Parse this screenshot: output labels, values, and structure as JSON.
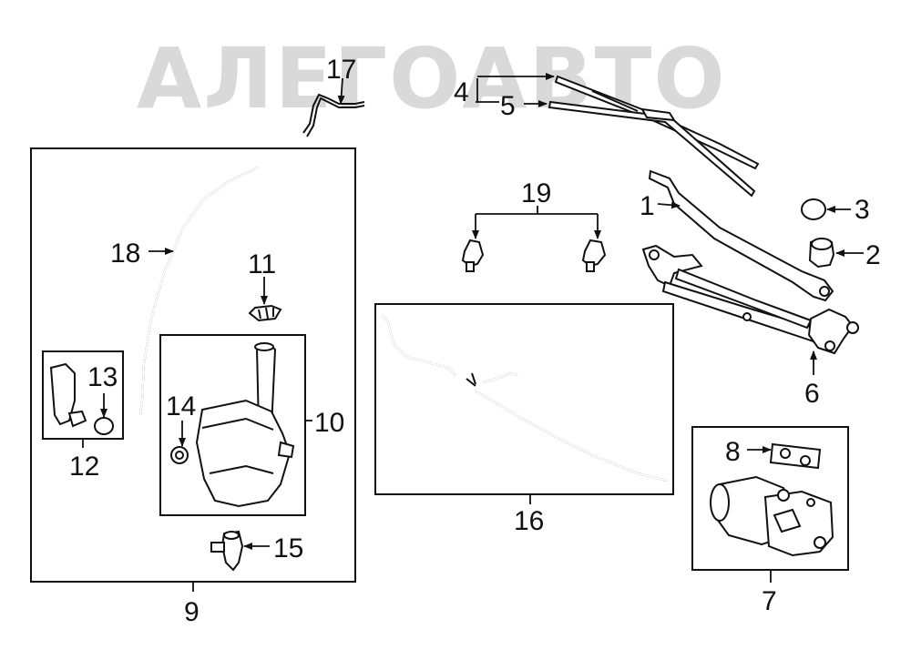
{
  "watermark": "АЛЕГОАВТО",
  "callouts": {
    "c1": "1",
    "c2": "2",
    "c3": "3",
    "c4": "4",
    "c5": "5",
    "c6": "6",
    "c7": "7",
    "c8": "8",
    "c9": "9",
    "c10": "10",
    "c11": "11",
    "c12": "12",
    "c13": "13",
    "c14": "14",
    "c15": "15",
    "c16": "16",
    "c17": "17",
    "c18": "18",
    "c19": "19"
  },
  "colors": {
    "line": "#111111",
    "watermark": "#d9d9d9",
    "background": "#ffffff"
  }
}
